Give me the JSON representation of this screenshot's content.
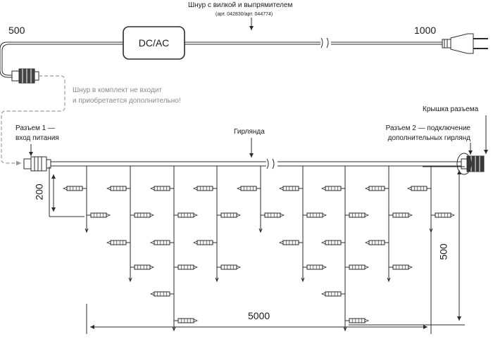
{
  "labels": {
    "cord_title": "Шнур с вилкой и выпрямителем",
    "cord_article": "(арт. 042830/арт. 044774)",
    "adapter": "DC/AC",
    "len_500": "500",
    "len_1000": "1000",
    "not_included_1": "Шнур в комплект не входит",
    "not_included_2": "и приобретается дополнительно!",
    "cap": "Крышка разъема",
    "connector1_line1": "Разъем 1 —",
    "connector1_line2": "вход питания",
    "garland": "Гирлянда",
    "connector2_line1": "Разъем 2 — подключение",
    "connector2_line2": "дополнительных гирлянд",
    "dim_200": "200",
    "dim_500": "500",
    "dim_5000": "5000"
  },
  "colors": {
    "line": "#2b2b2b",
    "dashed": "#9a9a9a",
    "bulb_fill": "#f3f3f3",
    "text_gray": "#8a8a8a"
  }
}
